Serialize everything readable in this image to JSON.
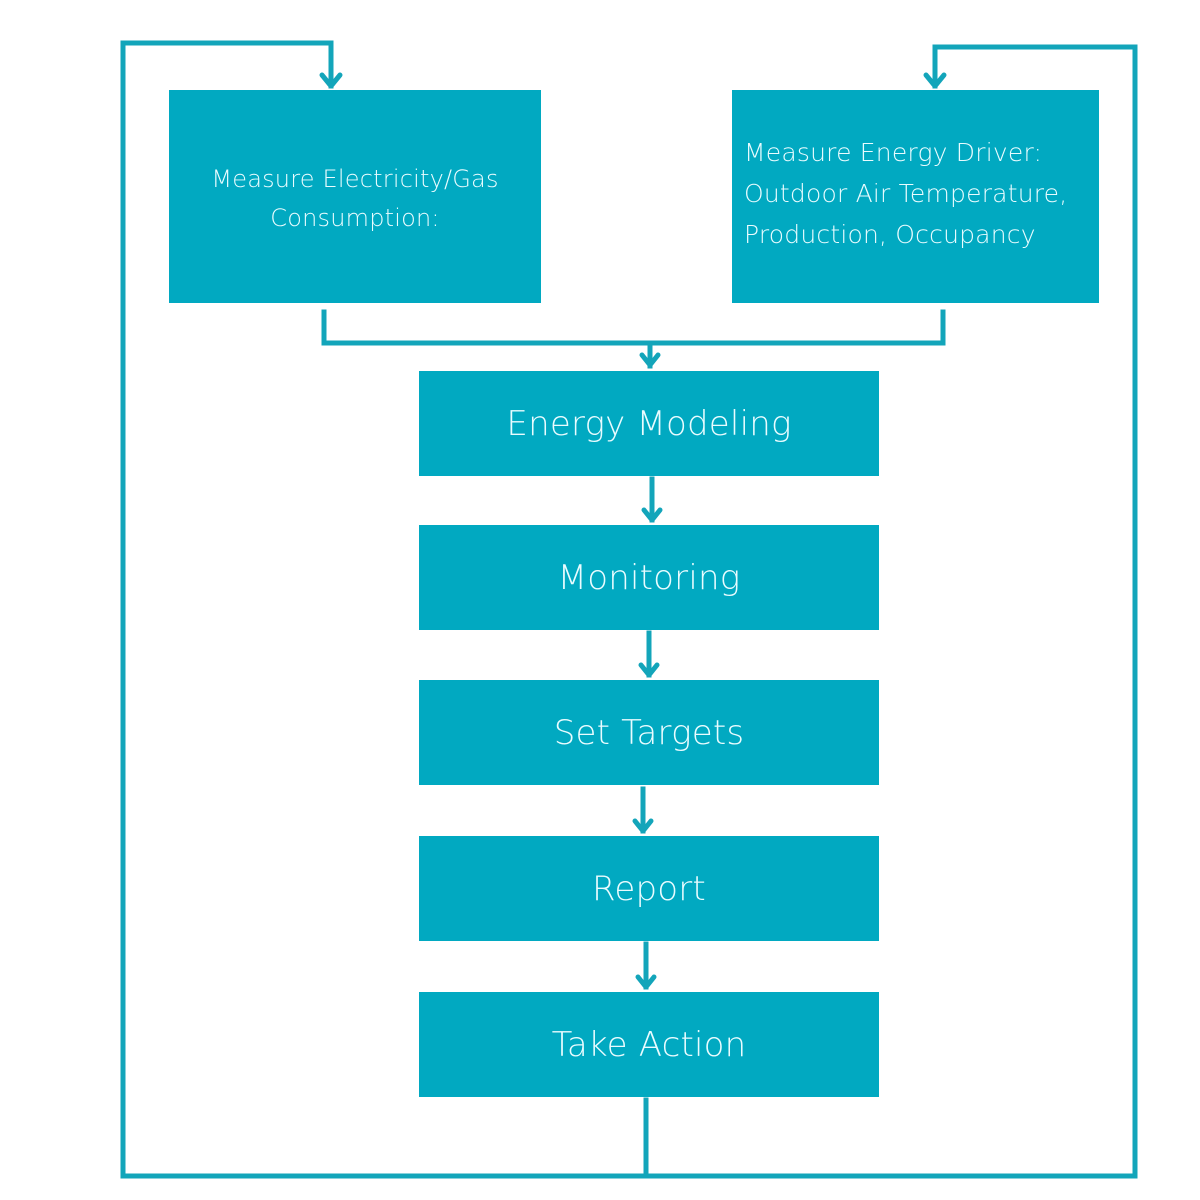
{
  "diagram": {
    "type": "flowchart",
    "colors": {
      "box_fill": "#01A9C1",
      "connector": "#13A5BA",
      "text": "#E9FCFF",
      "background": "#FFFFFF"
    },
    "inputs": [
      {
        "id": "measure-consumption",
        "label": "Measure Electricity/Gas Consumption:"
      },
      {
        "id": "measure-driver",
        "label": "Measure Energy Driver: Outdoor Air Temperature, Production, Occupancy"
      }
    ],
    "input_lines": {
      "consumption": [
        "Measure Electricity/Gas",
        "Consumption:"
      ],
      "driver": [
        "Measure Energy Driver:",
        "Outdoor Air Temperature,",
        "Production, Occupancy"
      ]
    },
    "steps": [
      {
        "label": "Energy Modeling"
      },
      {
        "label": "Monitoring"
      },
      {
        "label": "Set Targets"
      },
      {
        "label": "Report"
      },
      {
        "label": "Take Action"
      }
    ],
    "edges": [
      {
        "from": "Measure Electricity/Gas Consumption:",
        "to": "Energy Modeling"
      },
      {
        "from": "Measure Energy Driver",
        "to": "Energy Modeling"
      },
      {
        "from": "Energy Modeling",
        "to": "Monitoring"
      },
      {
        "from": "Monitoring",
        "to": "Set Targets"
      },
      {
        "from": "Set Targets",
        "to": "Report"
      },
      {
        "from": "Report",
        "to": "Take Action"
      },
      {
        "from": "Take Action",
        "to": "Measure Electricity/Gas Consumption:",
        "kind": "feedback-loop-left"
      },
      {
        "from": "Take Action",
        "to": "Measure Energy Driver",
        "kind": "feedback-loop-right"
      }
    ]
  }
}
